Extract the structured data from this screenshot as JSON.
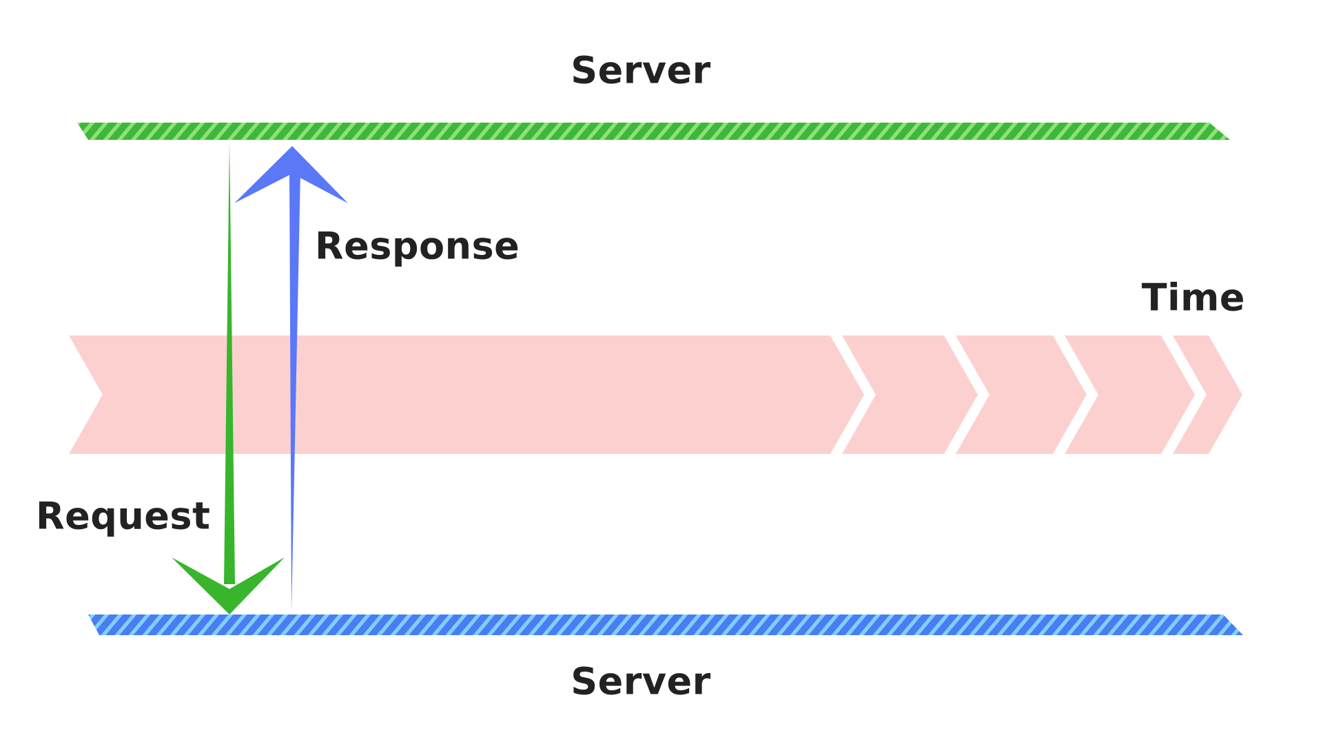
{
  "labels": {
    "top_server": "Server",
    "bottom_server": "Server",
    "response": "Response",
    "request": "Request",
    "time": "Time"
  },
  "colors": {
    "top_line": "#3db83a",
    "top_line_stripe": "#8fe07a",
    "bottom_line": "#4a7cf4",
    "bottom_line_stripe": "#7fd0ff",
    "request_arrow": "#38b52d",
    "response_arrow": "#5a78f8",
    "timeline": "#fdd0d0",
    "text": "#222222"
  }
}
